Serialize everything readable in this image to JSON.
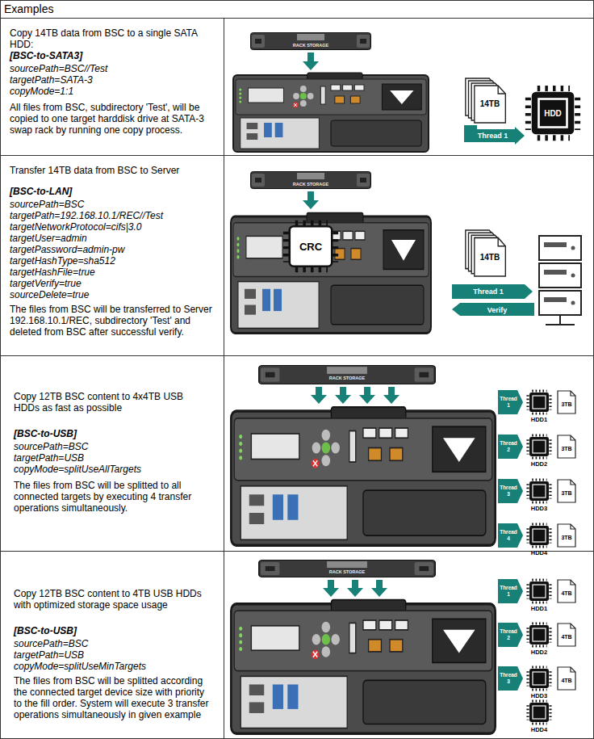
{
  "diagram": {
    "title": "Examples",
    "nodes": [
      {
        "text": [
          "Copy 14TB data from BSC to a single SATA HDD:",
          "[BSC-to-SATA3]",
          "sourcePath=BSC//Test",
          "targetPath=SATA-3",
          "copyMode=1:1",
          "All files from BSC, subdirectory 'Test', will be copied to one target harddisk drive at SATA-3 swap rack by running one copy process."
        ]
      },
      {
        "text": [
          "14TB"
        ]
      },
      {
        "text": [
          "HDD"
        ]
      },
      {
        "text": [
          "Transfer 14TB data from BSC to Server",
          "[BSC-to-LAN]",
          "sourcePath=BSC",
          "targetPath=192.168.10.1/REC//Test",
          "targetNetworkProtocol=cifs|3.0",
          "targetUser=admin",
          "targetPassword=admin-pw",
          "targetHashType=sha512",
          "targetHashFile=true",
          "targetVerify=true",
          "sourceDelete=true",
          "The files from BSC will be transferred to Server 192.168.10.1/REC, subdirectory 'Test' and deleted from BSC after successful verify."
        ]
      },
      {
        "text": [
          "CRC"
        ]
      },
      {
        "text": [
          "14TB"
        ]
      },
      {
        "text": [
          "Copy 12TB BSC content to 4x4TB USB HDDs as fast as possible",
          "[BSC-to-USB]",
          "sourcePath=BSC",
          "targetPath=USB",
          "copyMode=splitUseAllTargets",
          "The files from BSC will be splitted to all connected targets by executing 4 transfer operations simultaneously."
        ]
      },
      {
        "text": [
          "HDD1"
        ]
      },
      {
        "text": [
          "3TB"
        ]
      },
      {
        "text": [
          "HDD2"
        ]
      },
      {
        "text": [
          "3TB"
        ]
      },
      {
        "text": [
          "HDD3"
        ]
      },
      {
        "text": [
          "3TB"
        ]
      },
      {
        "text": [
          "HDD4"
        ]
      },
      {
        "text": [
          "3TB"
        ]
      },
      {
        "text": [
          "Copy 12TB BSC content to 4TB USB HDDs with optimized storage space usage",
          "[BSC-to-USB]",
          "sourcePath=BSC",
          "targetPath=USB",
          "copyMode=splitUseMinTargets",
          "The files from BSC will be splitted according the connected target device size with priority to the fill order. System will execute 3 transfer operations simultaneously in given example"
        ]
      },
      {
        "text": [
          "HDD1"
        ]
      },
      {
        "text": [
          "4TB"
        ]
      },
      {
        "text": [
          "HDD2"
        ]
      },
      {
        "text": [
          "4TB"
        ]
      },
      {
        "text": [
          "HDD3"
        ]
      },
      {
        "text": [
          "4TB"
        ]
      },
      {
        "text": [
          "HDD4"
        ]
      }
    ],
    "edges": [
      {
        "from": 1,
        "to": 2,
        "label": "Thread 1",
        "arrow": "to"
      }
    ],
    "labels": [
      "RACK STORAGE",
      "RACK STORAGE",
      "Thread 1",
      "Verify",
      "RACK STORAGE",
      "Thread 1",
      "Thread 2",
      "Thread 3",
      "Thread 4",
      "RACK STORAGE",
      "Thread 1",
      "Thread 2",
      "Thread 3"
    ]
  }
}
